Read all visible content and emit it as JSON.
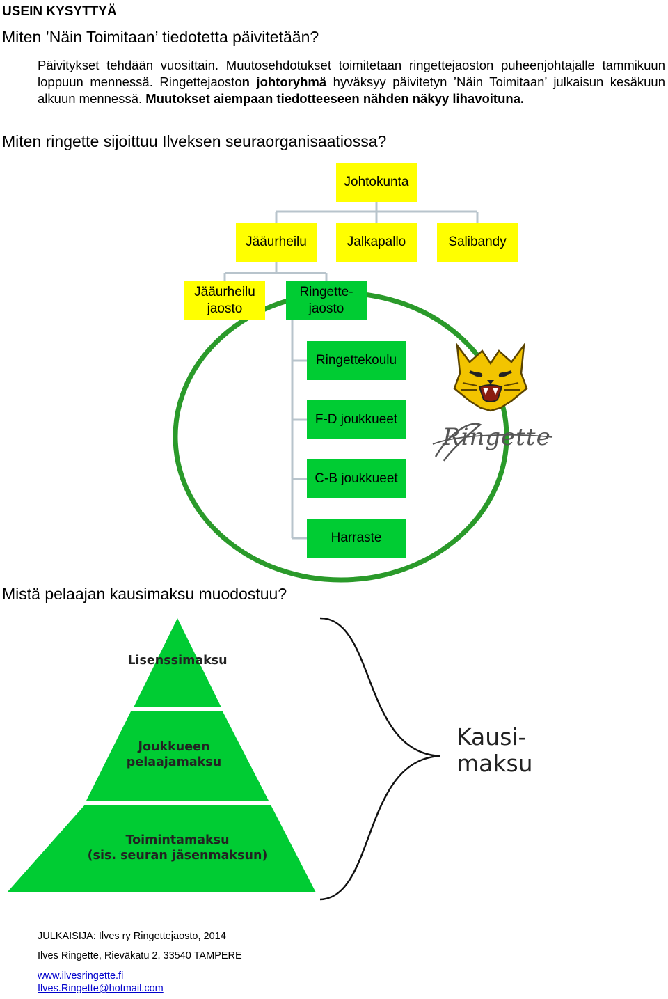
{
  "header": {
    "title": "USEIN KYSYTTYÄ"
  },
  "section1": {
    "question": "Miten ’Näin Toimitaan’ tiedotetta päivitetään?",
    "p1": "Päivitykset tehdään vuosittain. Muutosehdotukset toimitetaan ringettejaoston puheenjohtajalle tammikuun loppuun mennessä. Ringettejaosto",
    "p_bold1": "n johtoryhmä",
    "p2": " hyväksyy päivitetyn ’Näin Toimitaan’ julkaisun kesäkuun alkuun mennessä. ",
    "p_bold2": "Muutokset aiempaan tiedotteeseen nähden näkyy lihavoituna."
  },
  "section2": {
    "question": "Miten ringette sijoittuu Ilveksen seuraorganisaatiossa?",
    "org": {
      "root": "Johtokunta",
      "level1": [
        "Jääurheilu",
        "Jalkapallo",
        "Salibandy"
      ],
      "level2": [
        "Jääurheilu jaosto",
        "Ringette-jaosto"
      ],
      "level3": [
        "Ringettekoulu",
        "F-D joukkueet",
        "C-B joukkueet",
        "Harraste"
      ]
    },
    "logo_text": "Ringette",
    "logo_icon": "lynx-head-icon"
  },
  "section3": {
    "question": "Mistä pelaajan kausimaksu muodostuu?",
    "pyramid": {
      "top": "Lisenssimaksu",
      "middle_line1": "Joukkueen",
      "middle_line2": "pelaajamaksu",
      "bottom_line1": "Toimintamaksu",
      "bottom_line2": "(sis. seuran jäsenmaksun)"
    },
    "brace_label_line1": "Kausi-",
    "brace_label_line2": "maksu"
  },
  "colors": {
    "yellow": "#ffff00",
    "green": "#00cc33",
    "link": "#0000cc",
    "circle": "#2a9a2a"
  },
  "footer": {
    "publisher": "JULKAISIJA: Ilves ry Ringettejaosto, 2014",
    "address": "Ilves Ringette, Rieväkatu 2, 33540 TAMPERE",
    "website": "www.ilvesringette.fi",
    "email": "Ilves.Ringette@hotmail.com"
  }
}
